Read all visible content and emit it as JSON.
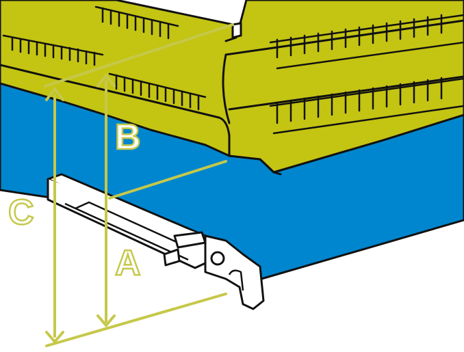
{
  "labels": {
    "a": "A",
    "b": "B",
    "c": "C"
  },
  "colors": {
    "top_housing": "#c4c413",
    "body": "#0086cf",
    "outline": "#111111",
    "dimension": "#c6c84a",
    "rail": "#ffffff"
  }
}
